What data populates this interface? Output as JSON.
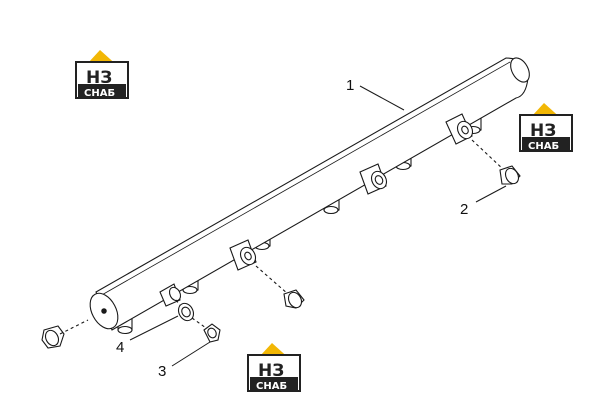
{
  "diagram": {
    "callouts": [
      {
        "id": "1",
        "label": "1"
      },
      {
        "id": "2",
        "label": "2"
      },
      {
        "id": "3",
        "label": "3"
      },
      {
        "id": "4",
        "label": "4"
      }
    ]
  },
  "watermark": {
    "brand_mark": "НЗ",
    "brand_name": "СНАБ",
    "colors": {
      "roof": "#f2b705",
      "box": "#222222",
      "text": "#ffffff"
    }
  },
  "colors": {
    "line": "#1a1a1a",
    "background": "#ffffff"
  }
}
